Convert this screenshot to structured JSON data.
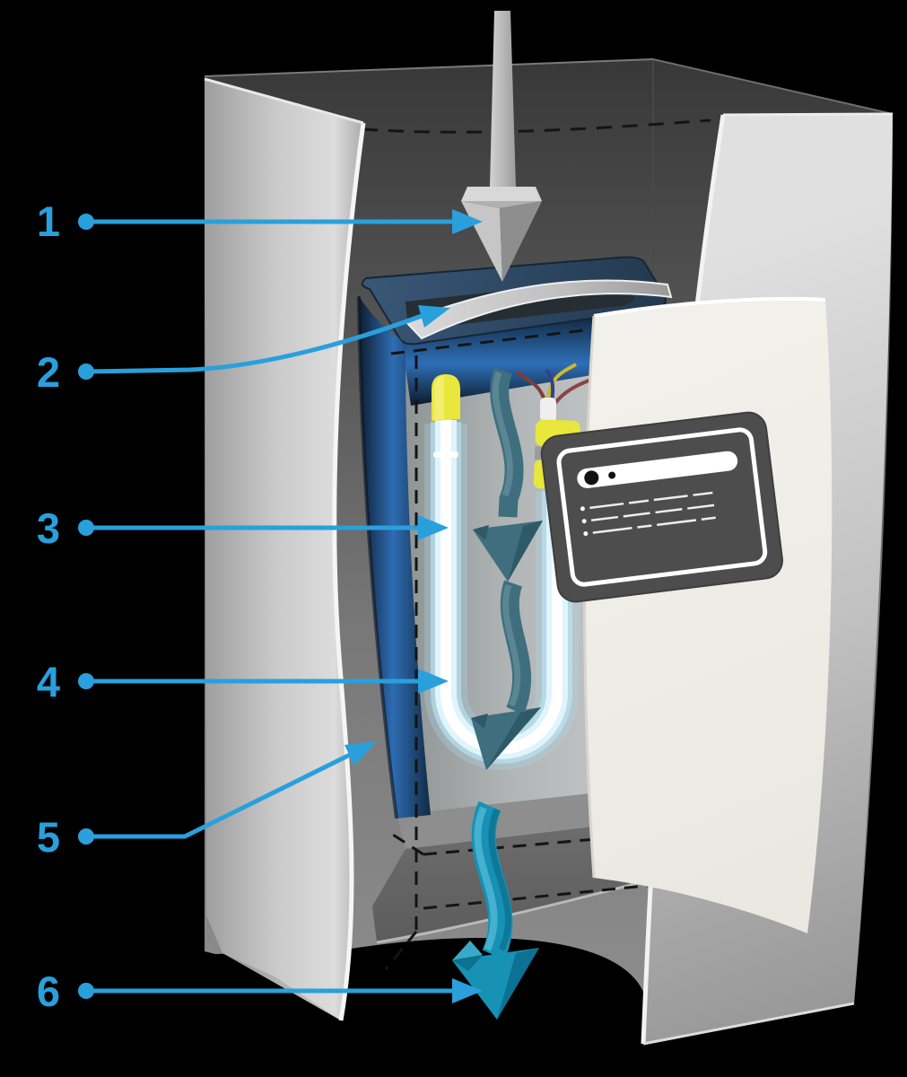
{
  "diagram": {
    "type": "technical-illustration",
    "subject": "in-duct-uv-air-treatment-system-cutaway",
    "background": "#000000",
    "callout": {
      "color": "#29A0DC"
    },
    "callouts": [
      {
        "number": "1",
        "target": "air-intake-arrow"
      },
      {
        "number": "2",
        "target": "unit-top-opening"
      },
      {
        "number": "3",
        "target": "uv-lamp-upper-section"
      },
      {
        "number": "4",
        "target": "uv-lamp-lower-section"
      },
      {
        "number": "5",
        "target": "chamber-inner-wall"
      },
      {
        "number": "6",
        "target": "air-outflow-arrow"
      }
    ],
    "colors": {
      "duct_gray_light": "#D9D9D9",
      "duct_gray_dark": "#3C3C3C",
      "chamber_blue": "#2E6CB2",
      "chamber_navy": "#122A44",
      "airflow_teal": "#3F6F7E",
      "outflow_cyan": "#1791B4",
      "lamp_glow": "#BCE7F6",
      "lamp_cap_yellow": "#E9E73C",
      "wire_maroon": "#7E3C3C",
      "wire_yellow": "#CBB92F",
      "wire_navy": "#33418E",
      "panel_gray": "#4D4D4D",
      "flap_cream": "#F0EEE8"
    }
  }
}
